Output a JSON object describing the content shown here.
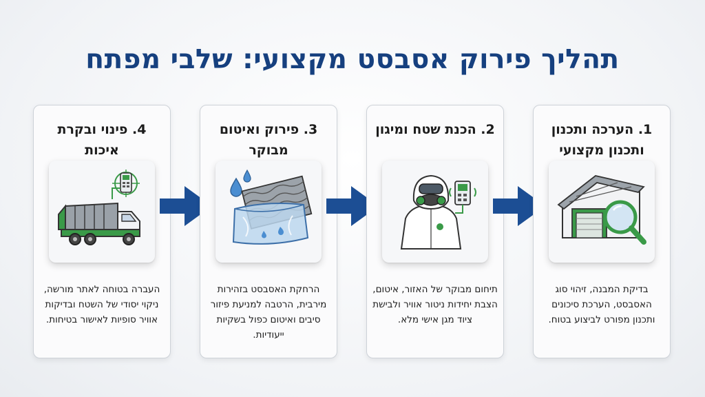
{
  "title": "תהליך פירוק אסבסט מקצועי: שלבי מפתח",
  "colors": {
    "title": "#16407f",
    "arrow": "#1c4e94",
    "accent_green": "#3a9a48",
    "card_border": "#cdd2d8"
  },
  "steps": [
    {
      "title": "1. הערכה ותכנון ותכנון מקצועי",
      "icon": "building-magnifier-icon",
      "description": "בדיקת המבנה, זיהוי סוג האסבסט, הערכת סיכונים ותכנון מפורט לביצוע בטוח."
    },
    {
      "title": "2. הכנת שטח ומיגון",
      "icon": "hazmat-worker-icon",
      "description": "תיחום מבוקר של האזור, איטום, הצבת יחידות ניטור אוויר ולבישת ציוד מגן אישי מלא."
    },
    {
      "title": "3. פירוק ואיטום מבוקר",
      "icon": "wrapped-sheets-icon",
      "description": "הרחקת האסבסט בזהירות מירבית, הרטבה למניעת פיזור סיבים ואיטום כפול בשקיות ייעודיות."
    },
    {
      "title": "4. פינוי ובקרת איכות",
      "icon": "waste-truck-icon",
      "description": "העברה בטוחה לאתר מורשה, ניקוי יסודי של השטח ובדיקות אוויר סופיות לאישור בטיחות."
    }
  ]
}
